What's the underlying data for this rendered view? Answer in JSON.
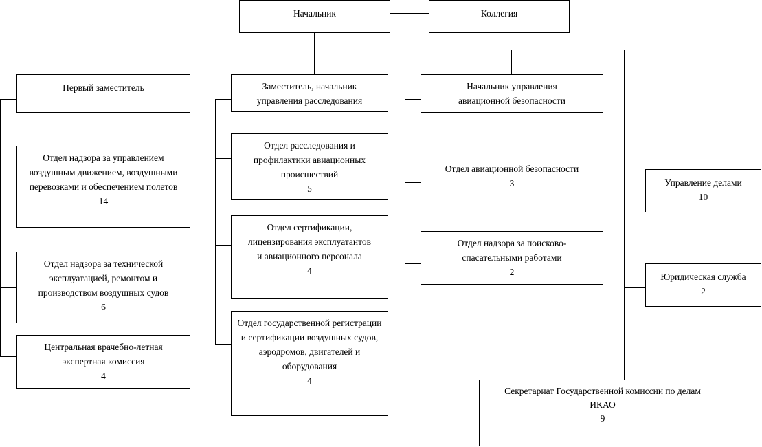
{
  "boxes": {
    "head": {
      "title": "Начальник"
    },
    "board": {
      "title": "Коллегия"
    },
    "first_deputy": {
      "title": "Первый заместитель"
    },
    "deputy_investigation": {
      "title": "Заместитель, начальник управления расследования"
    },
    "head_aviation_security": {
      "title": "Начальник управления авиационной безопасности"
    },
    "atc_dept": {
      "title": "Отдел надзора за управлением воздушным движением, воздушными перевозками и обеспечением полетов",
      "count": "14"
    },
    "tech_dept": {
      "title": "Отдел надзора за технической эксплуатацией,  ремонтом и производством воздушных судов",
      "count": "6"
    },
    "medical": {
      "title": "Центральная врачебно-летная экспертная комиссия",
      "count": "4"
    },
    "investigation_dept": {
      "title": "Отдел расследования и профилактики авиационных происшествий",
      "count": "5"
    },
    "certification_dept": {
      "title": "Отдел сертификации, лицензирования эксплуатантов и авиационного персонала",
      "count": "4"
    },
    "registration_dept": {
      "title": "Отдел государственной регистрации и сертификации воздушных судов, аэродромов, двигателей и оборудования",
      "count": "4"
    },
    "security_dept": {
      "title": "Отдел авиационной безопасности",
      "count": "3"
    },
    "search_rescue_dept": {
      "title": "Отдел надзора за поисково-спасательными работами",
      "count": "2"
    },
    "admin": {
      "title": "Управление делами",
      "count": "10"
    },
    "legal": {
      "title": "Юридическая служба",
      "count": "2"
    },
    "icao_secretariat": {
      "title": "Секретариат Государственной комиссии по делам ИКАО",
      "count": "9"
    }
  }
}
